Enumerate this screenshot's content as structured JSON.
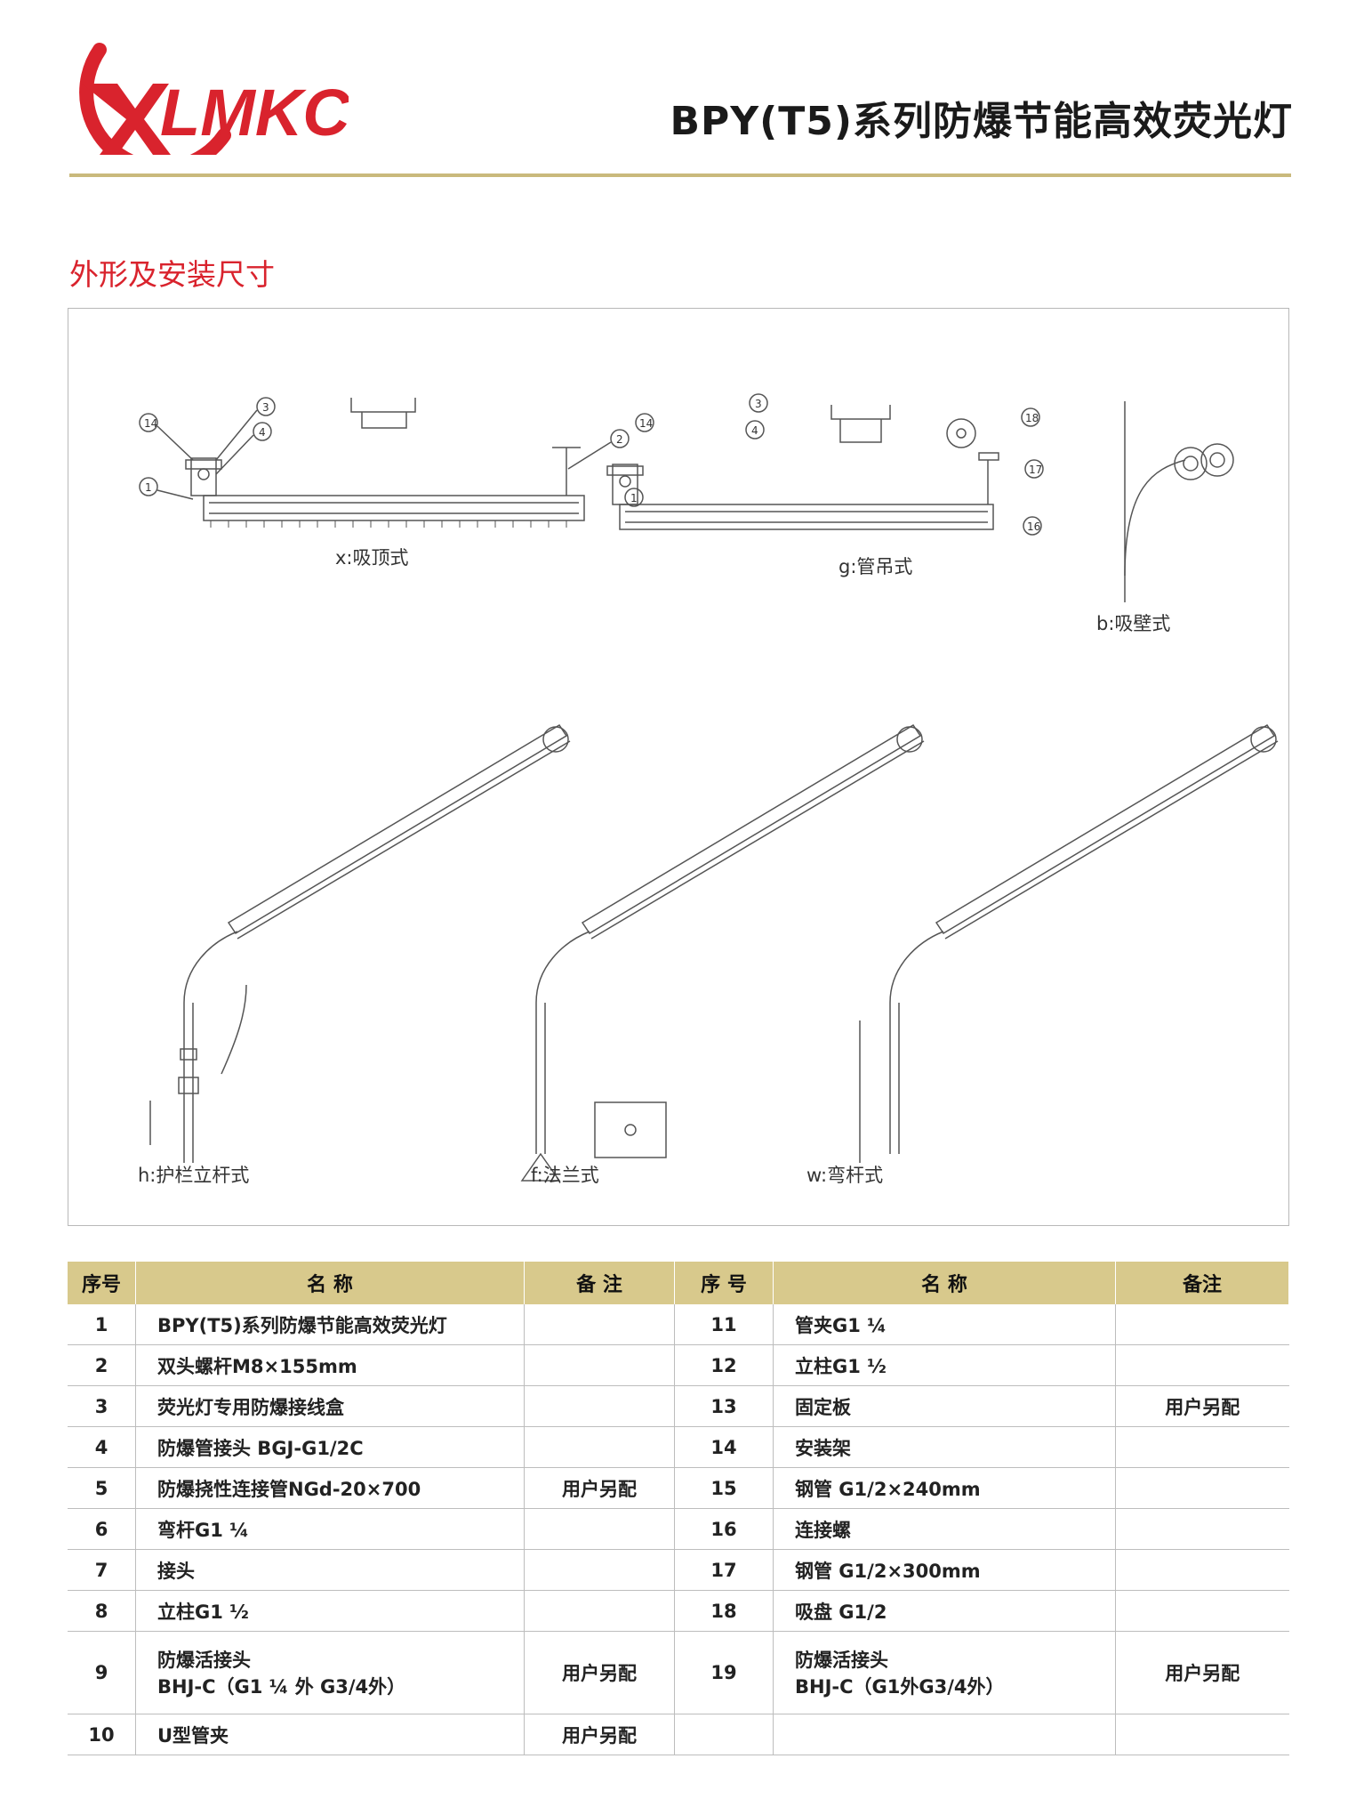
{
  "header": {
    "logo_text": "XLMKC",
    "title": "BPY(T5)系列防爆节能高效荧光灯"
  },
  "section_title": "外形及安装尺寸",
  "captions": {
    "x": "x:吸顶式",
    "g": "g:管吊式",
    "b": "b:吸壁式",
    "h": "h:护栏立杆式",
    "f": "f:法兰式",
    "w": "w:弯杆式"
  },
  "table": {
    "headers": [
      "序号",
      "名 称",
      "备 注",
      "序  号",
      "名 称",
      "备注"
    ],
    "rows": [
      {
        "n1": "1",
        "name1": "BPY(T5)系列防爆节能高效荧光灯",
        "note1": "",
        "n2": "11",
        "name2": "管夹G1 ¼",
        "note2": ""
      },
      {
        "n1": "2",
        "name1": "双头螺杆M8×155mm",
        "note1": "",
        "n2": "12",
        "name2": "立柱G1 ½",
        "note2": ""
      },
      {
        "n1": "3",
        "name1": "荧光灯专用防爆接线盒",
        "note1": "",
        "n2": "13",
        "name2": "固定板",
        "note2": "用户另配"
      },
      {
        "n1": "4",
        "name1": "防爆管接头 BGJ-G1/2C",
        "note1": "",
        "n2": "14",
        "name2": "安装架",
        "note2": ""
      },
      {
        "n1": "5",
        "name1": "防爆挠性连接管NGd-20×700",
        "note1": "用户另配",
        "n2": "15",
        "name2": "钢管 G1/2×240mm",
        "note2": ""
      },
      {
        "n1": "6",
        "name1": "弯杆G1 ¼",
        "note1": "",
        "n2": "16",
        "name2": "连接螺",
        "note2": ""
      },
      {
        "n1": "7",
        "name1": "接头",
        "note1": "",
        "n2": "17",
        "name2": "钢管 G1/2×300mm",
        "note2": ""
      },
      {
        "n1": "8",
        "name1": "立柱G1 ½",
        "note1": "",
        "n2": "18",
        "name2": "吸盘 G1/2",
        "note2": ""
      },
      {
        "n1": "9",
        "name1": "防爆活接头",
        "name1b": "BHJ-C（G1 ¼ 外 G3/4外）",
        "note1": "用户另配",
        "n2": "19",
        "name2": "防爆活接头",
        "name2b": "BHJ-C（G1外G3/4外）",
        "note2": "用户另配"
      },
      {
        "n1": "10",
        "name1": "U型管夹",
        "note1": "用户另配",
        "n2": "",
        "name2": "",
        "note2": ""
      }
    ]
  },
  "colors": {
    "brand_red": "#d9232d",
    "gold": "#c9b97c",
    "header_fill": "#d8c98c"
  }
}
